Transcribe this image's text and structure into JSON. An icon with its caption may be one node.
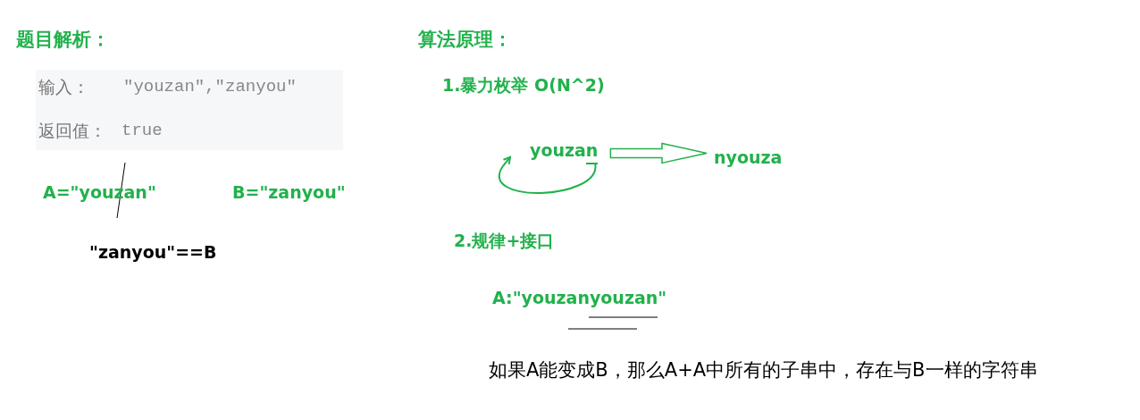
{
  "diagram": {
    "nodes": [
      {
        "text": [
          "youzan"
        ]
      },
      {
        "text": [
          "nyouza"
        ]
      }
    ],
    "edges": [
      {
        "from": 0,
        "to": 1,
        "arrow": "to"
      },
      {
        "from": 0,
        "to": 0,
        "arrow": "to"
      }
    ],
    "labels": [
      "题目解析：",
      "输入：",
      "\"youzan\",\"zanyou\"",
      "返回值：",
      "true",
      "A=\"youzan\"",
      "B=\"zanyou\"",
      "\"zanyou\"==B",
      "算法原理：",
      "1.暴力枚举 O(N^2)",
      "2.规律+接口",
      "A:\"youzanyouzan\"",
      "如果A能变成B，那么A+A中所有的子串中，存在与B一样的字符串"
    ]
  }
}
